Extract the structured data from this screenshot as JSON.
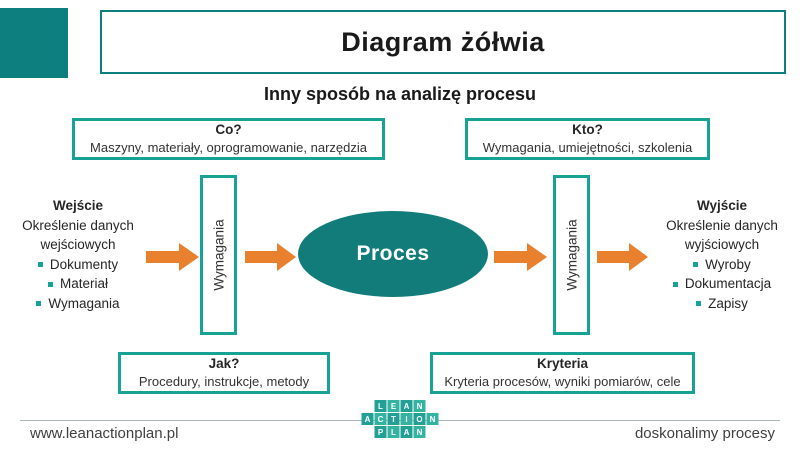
{
  "slide": {
    "title": "Diagram żółwia",
    "subtitle": "Inny sposób na analizę procesu"
  },
  "boxes": {
    "co": {
      "heading": "Co?",
      "text": "Maszyny, materiały, oprogramowanie, narzędzia"
    },
    "kto": {
      "heading": "Kto?",
      "text": "Wymagania, umiejętności, szkolenia"
    },
    "jak": {
      "heading": "Jak?",
      "text": "Procedury, instrukcje, metody"
    },
    "kryteria": {
      "heading": "Kryteria",
      "text": "Kryteria procesów, wyniki pomiarów, cele"
    }
  },
  "requirements": {
    "left": "Wymagania",
    "right": "Wymagania"
  },
  "process": {
    "label": "Proces"
  },
  "input": {
    "heading": "Wejście",
    "description": "Określenie danych wejściowych",
    "items": [
      "Dokumenty",
      "Materiał",
      "Wymagania"
    ]
  },
  "output": {
    "heading": "Wyjście",
    "description": "Określenie danych wyjściowych",
    "items": [
      "Wyroby",
      "Dokumentacja",
      "Zapisy"
    ]
  },
  "footer": {
    "left": "www.leanactionplan.pl",
    "right": "doskonalimy procesy",
    "logo_rows": [
      "LEAN",
      "ACTION",
      "PLAN"
    ]
  },
  "colors": {
    "teal_dark": "#0E7F7F",
    "teal_border": "#17A296",
    "ellipse_fill": "#117C7A",
    "arrow_orange": "#E8802E",
    "logo_tile": "#23A096"
  }
}
